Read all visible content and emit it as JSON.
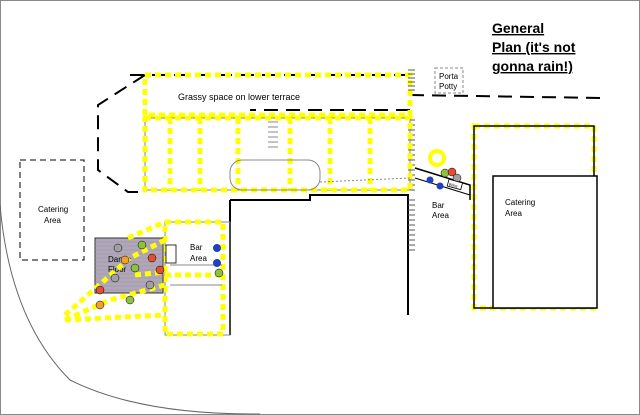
{
  "title": {
    "line1": "General",
    "line2": "Plan (it's not",
    "line3": "gonna rain!)"
  },
  "labels": {
    "porta_potty_1": "Porta",
    "porta_potty_2": "Potty",
    "grassy_space": "Grassy space on lower terrace",
    "catering_left": "Catering",
    "catering_left_2": "Area",
    "catering_right": "Catering",
    "catering_right_2": "Area",
    "bar_left_1": "Bar",
    "bar_left_2": "Area",
    "bar_right_1": "Bar",
    "bar_right_2": "Area",
    "dance_floor_1": "Dance",
    "dance_floor_2": "Floor",
    "bar_sign": "Wine"
  },
  "colors": {
    "highlight": "#ffff00",
    "walls": "#000000",
    "dance_floor_fill": "#b0a8b8",
    "table_red": "#e05030",
    "table_blue": "#2040c0",
    "table_green": "#90c040",
    "table_grey": "#a0a0a0",
    "table_orange": "#f0a030"
  }
}
